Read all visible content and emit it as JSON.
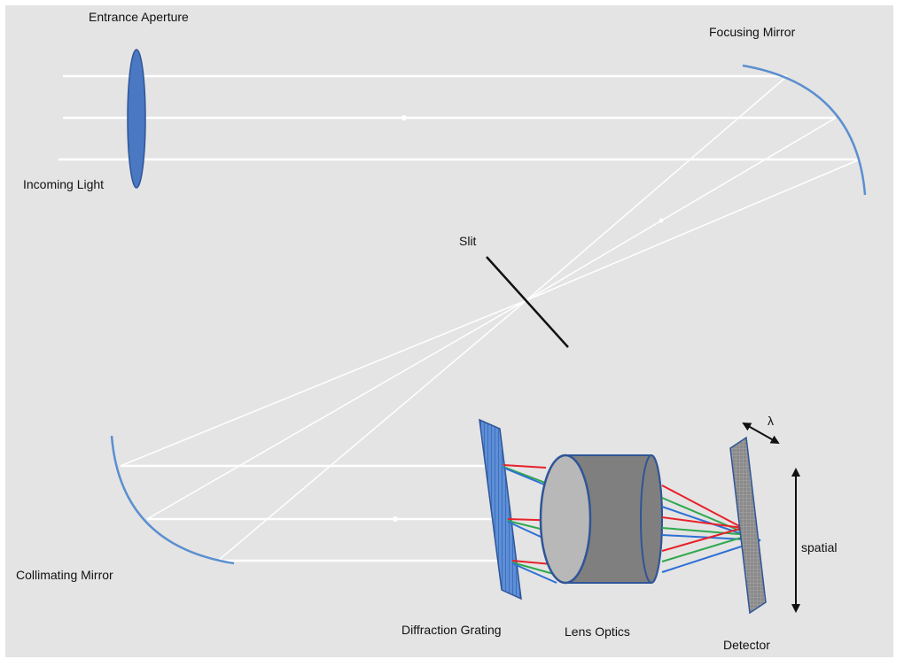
{
  "labels": {
    "entrance_aperture": "Entrance Aperture",
    "focusing_mirror": "Focusing Mirror",
    "incoming_light": "Incoming Light",
    "slit": "Slit",
    "collimating_mirror": "Collimating Mirror",
    "diffraction_grating": "Diffraction Grating",
    "lens_optics": "Lens Optics",
    "detector": "Detector",
    "spatial": "spatial",
    "lambda": "λ"
  },
  "colors": {
    "background": "#e4e4e4",
    "light_ray": "#ffffff",
    "optic_blue": "#4472c4",
    "mirror_blue": "#5b8fd0",
    "lens_gray": "#7f7f7f",
    "detector_gray": "#8c8c8c",
    "ray_red": "#e8212a",
    "ray_green": "#2fa84f",
    "ray_blue": "#2e6fd6",
    "slit_black": "#111111"
  }
}
